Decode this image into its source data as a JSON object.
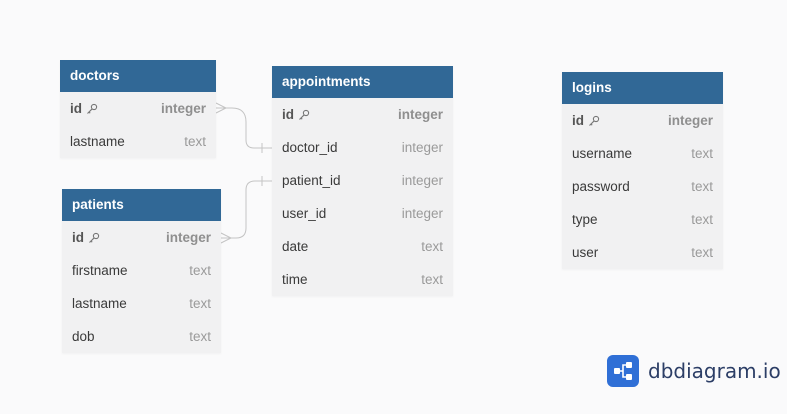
{
  "colors": {
    "header_bg": "#316896",
    "header_text": "#ffffff",
    "table_bg": "#f1f1f2",
    "type_text": "#9a9a9a",
    "connector": "#c4c4c4",
    "brand": "#2f6fd6"
  },
  "tables": {
    "doctors": {
      "name": "doctors",
      "columns": [
        {
          "name": "id",
          "type": "integer",
          "pk": true,
          "icon": "key-icon"
        },
        {
          "name": "lastname",
          "type": "text",
          "pk": false
        }
      ]
    },
    "patients": {
      "name": "patients",
      "columns": [
        {
          "name": "id",
          "type": "integer",
          "pk": true,
          "icon": "key-icon"
        },
        {
          "name": "firstname",
          "type": "text",
          "pk": false
        },
        {
          "name": "lastname",
          "type": "text",
          "pk": false
        },
        {
          "name": "dob",
          "type": "text",
          "pk": false
        }
      ]
    },
    "appointments": {
      "name": "appointments",
      "columns": [
        {
          "name": "id",
          "type": "integer",
          "pk": true,
          "icon": "key-icon"
        },
        {
          "name": "doctor_id",
          "type": "integer",
          "pk": false
        },
        {
          "name": "patient_id",
          "type": "integer",
          "pk": false
        },
        {
          "name": "user_id",
          "type": "integer",
          "pk": false
        },
        {
          "name": "date",
          "type": "text",
          "pk": false
        },
        {
          "name": "time",
          "type": "text",
          "pk": false
        }
      ]
    },
    "logins": {
      "name": "logins",
      "columns": [
        {
          "name": "id",
          "type": "integer",
          "pk": true,
          "icon": "key-icon"
        },
        {
          "name": "username",
          "type": "text",
          "pk": false
        },
        {
          "name": "password",
          "type": "text",
          "pk": false
        },
        {
          "name": "type",
          "type": "text",
          "pk": false
        },
        {
          "name": "user",
          "type": "text",
          "pk": false
        }
      ]
    }
  },
  "relationships": [
    {
      "from": "doctors.id",
      "to": "appointments.doctor_id",
      "from_card": "many",
      "to_card": "one"
    },
    {
      "from": "patients.id",
      "to": "appointments.patient_id",
      "from_card": "many",
      "to_card": "one"
    }
  ],
  "brand": {
    "text": "dbdiagram.io",
    "icon": "share-nodes-icon"
  }
}
